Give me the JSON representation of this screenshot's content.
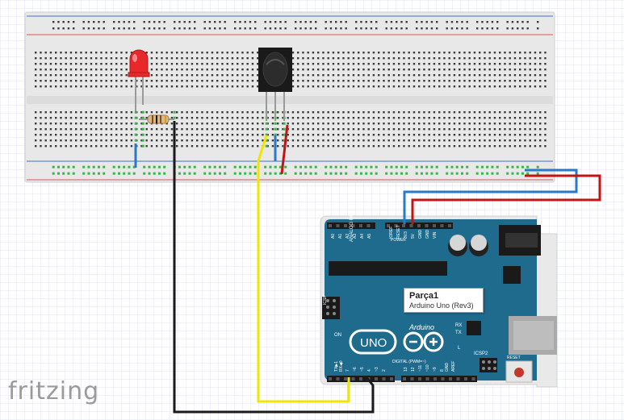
{
  "app": {
    "logo": "fritzing"
  },
  "tooltip": {
    "title": "Parça1",
    "subtitle": "Arduino Uno (Rev3)"
  },
  "arduino": {
    "labels": {
      "analog_in": "ANALOG IN",
      "power": "POWER",
      "digital": "DIGITAL (PWM=~)",
      "icsp": "ICSP",
      "icsp2": "ICSP2",
      "on": "ON",
      "tx": "TX",
      "rx": "RX",
      "l": "L",
      "reset": "RESET",
      "arduino": "Arduino",
      "uno": "UNO",
      "ioref": "IOREF",
      "res": "RESET",
      "v33": "3V3",
      "v5": "5V",
      "gnd1": "GND",
      "gnd2": "GND",
      "vin": "VIN",
      "aref": "AREF",
      "gnd3": "GND",
      "tx1": "TX▶1",
      "rx0": "RX◀0"
    },
    "analog_pins": [
      "A0",
      "A1",
      "A2",
      "A3",
      "A4",
      "A5"
    ],
    "digital_low": [
      "7",
      "~6",
      "~5",
      "4",
      "~3",
      "2"
    ],
    "digital_high": [
      "13",
      "12",
      "~11",
      "~10",
      "~9",
      "8"
    ]
  },
  "colors": {
    "board": "#1e6b8e",
    "wire_black": "#1a1a1a",
    "wire_yellow": "#f2e600",
    "wire_red": "#c11515",
    "wire_blue": "#2a78c8",
    "rail_red": "#d9534f",
    "rail_blue": "#3b6fd4",
    "led": "#e8282b"
  }
}
